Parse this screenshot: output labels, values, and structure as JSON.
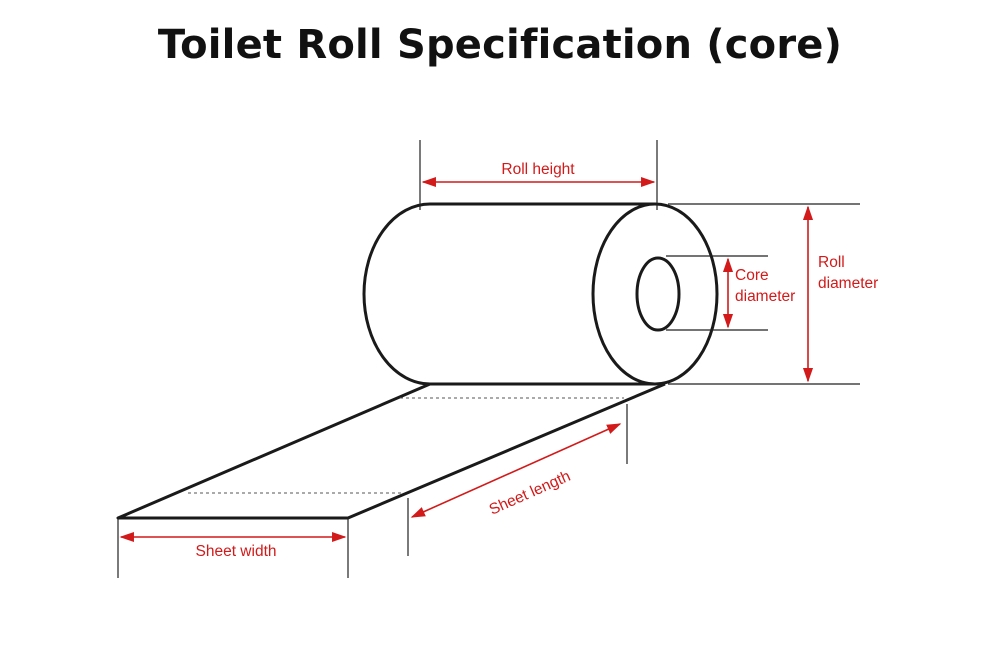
{
  "title": "Toilet Roll Specification (core)",
  "accent_color": "#d21a1a",
  "outline_color": "#1a1a1a",
  "labels": {
    "roll_height": "Roll height",
    "core_diameter_line1": "Core",
    "core_diameter_line2": "diameter",
    "roll_diameter_line1": "Roll",
    "roll_diameter_line2": "diameter",
    "sheet_length": "Sheet length",
    "sheet_width": "Sheet width"
  }
}
